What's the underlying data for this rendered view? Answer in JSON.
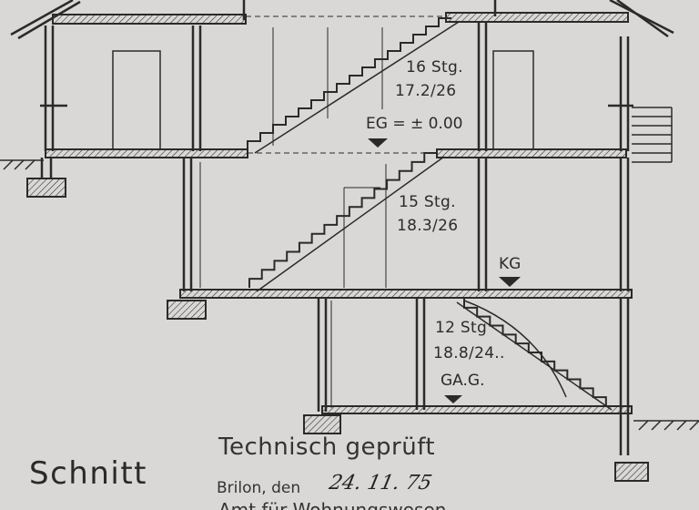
{
  "drawing": {
    "title": "Schnitt",
    "stairs": {
      "upper": {
        "steps": "16 Stg.",
        "ratio": "17.2/26"
      },
      "middle": {
        "steps": "15 Stg.",
        "ratio": "18.3/26"
      },
      "lower": {
        "steps": "12 Stg",
        "ratio": "18.8/24.."
      }
    },
    "levels": {
      "ground_floor": "EG = ± 0.00",
      "basement": "KG",
      "garage": "GA.G."
    }
  },
  "stamp": {
    "heading": "Technisch geprüft",
    "place": "Brilon, den",
    "date": "24. 11. 75",
    "footer": "Amt für Wohnungswesen"
  },
  "colors": {
    "paper": "#d9d8d6",
    "ink": "#2a2a2a"
  }
}
